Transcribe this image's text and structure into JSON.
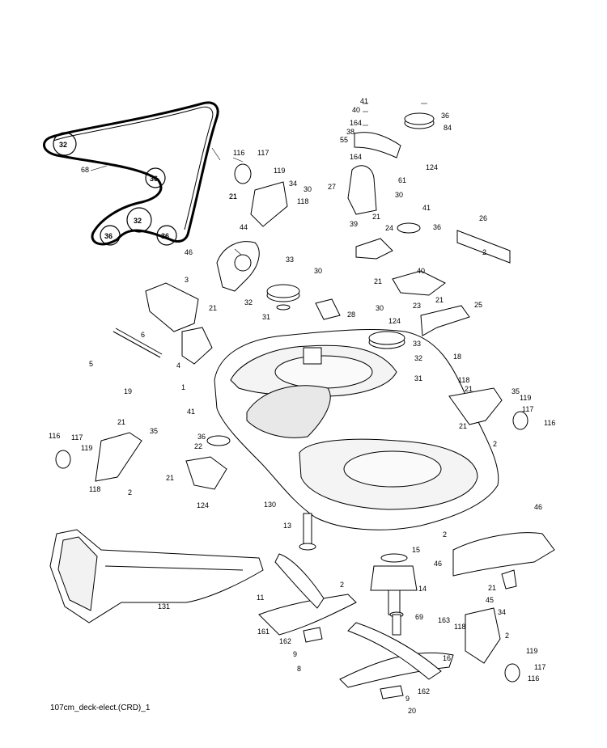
{
  "caption": "107cm_deck-elect.(CRD)_1",
  "belt": {
    "belt_number": "68",
    "pulley_labels": [
      "32",
      "36",
      "32",
      "36",
      "36"
    ]
  },
  "callouts": [
    "41",
    "40",
    "164",
    "38",
    "36",
    "84",
    "55",
    "164",
    "124",
    "61",
    "30",
    "27",
    "30",
    "21",
    "41",
    "116",
    "117",
    "119",
    "34",
    "21",
    "118",
    "39",
    "21",
    "24",
    "36",
    "26",
    "2",
    "44",
    "46",
    "33",
    "30",
    "21",
    "40",
    "3",
    "32",
    "28",
    "23",
    "31",
    "30",
    "124",
    "25",
    "21",
    "33",
    "32",
    "21",
    "6",
    "5",
    "4",
    "19",
    "31",
    "18",
    "1",
    "118",
    "21",
    "35",
    "41",
    "36",
    "22",
    "119",
    "117",
    "21",
    "116",
    "2",
    "116",
    "117",
    "21",
    "35",
    "119",
    "118",
    "2",
    "124",
    "130",
    "21",
    "46",
    "13",
    "2",
    "15",
    "46",
    "2",
    "131",
    "11",
    "14",
    "161",
    "21",
    "45",
    "69",
    "34",
    "118",
    "163",
    "162",
    "9",
    "8",
    "16",
    "2",
    "119",
    "117",
    "116",
    "162",
    "9",
    "20"
  ]
}
